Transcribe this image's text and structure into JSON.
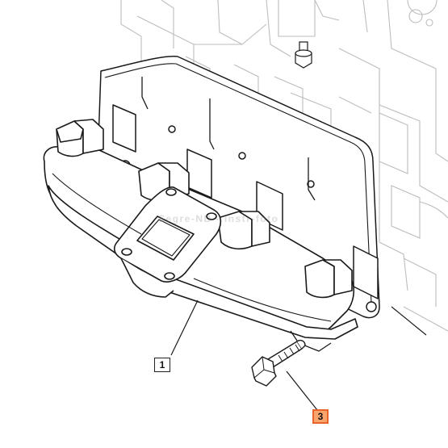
{
  "diagram": {
    "callouts": [
      {
        "id": "1",
        "label": "1",
        "highlighted": false
      },
      {
        "id": "3",
        "label": "3",
        "highlighted": true
      }
    ],
    "watermark": "Segre-ND - instr-foto",
    "colors": {
      "line": "#1a1a1a",
      "ghost_line": "#b8b8b8",
      "highlight_fill": "#f9a46b",
      "highlight_border": "#e8642c"
    }
  }
}
